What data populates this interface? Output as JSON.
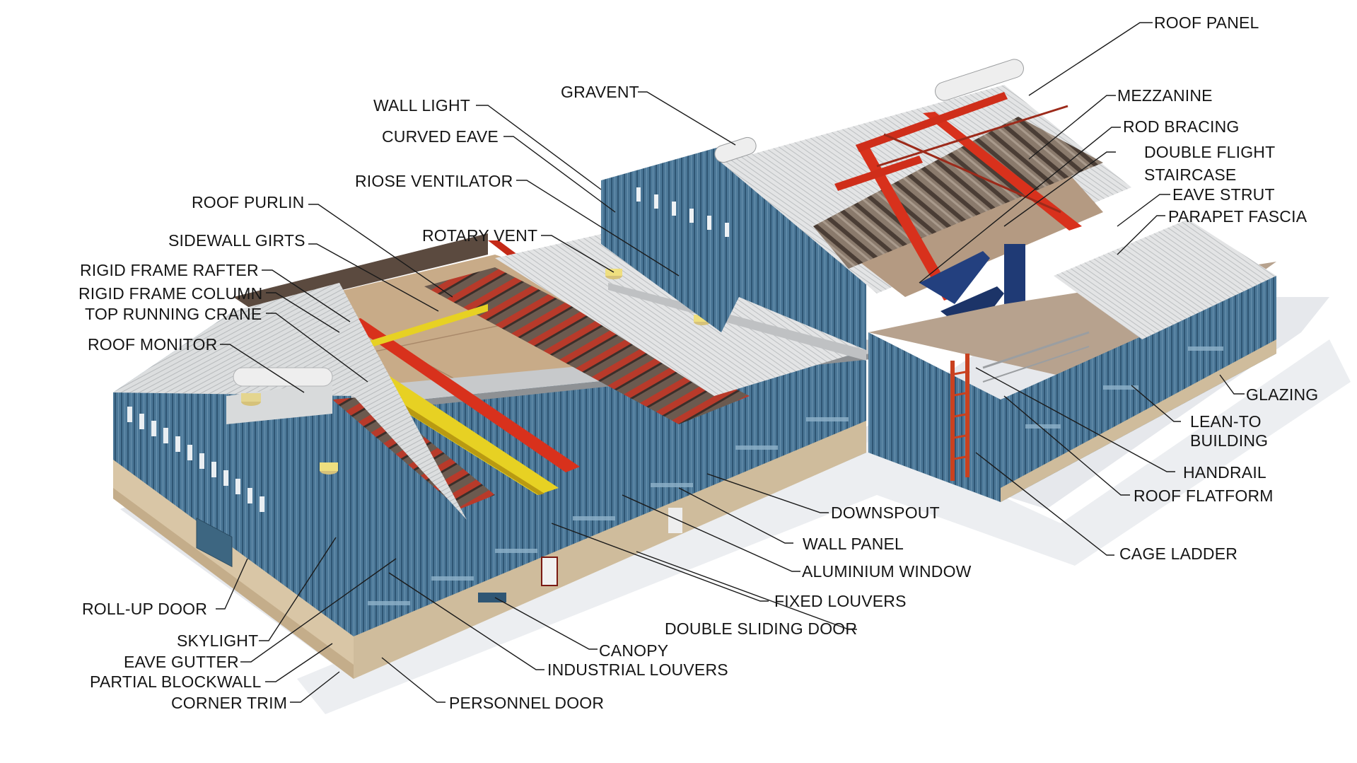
{
  "labels": {
    "roof_panel": "ROOF PANEL",
    "gravent": "GRAVENT",
    "mezzanine": "MEZZANINE",
    "wall_light": "WALL LIGHT",
    "rod_bracing": "ROD BRACING",
    "curved_eave": "CURVED EAVE",
    "double_flight": "DOUBLE FLIGHT",
    "staircase": "STAIRCASE",
    "riose_ventilator": "RIOSE VENTILATOR",
    "eave_strut": "EAVE STRUT",
    "roof_purlin": "ROOF PURLIN",
    "parapet_fascia": "PARAPET FASCIA",
    "rotary_vent": "ROTARY VENT",
    "sidewall_girts": "SIDEWALL GIRTS",
    "rigid_frame_rafter": "RIGID FRAME RAFTER",
    "rigid_frame_column": "RIGID FRAME COLUMN",
    "top_running_crane": "TOP RUNNING CRANE",
    "roof_monitor": "ROOF MONITOR",
    "glazing": "GLAZING",
    "lean_to": "LEAN-TO",
    "building": "BUILDING",
    "handrail": "HANDRAIL",
    "roof_flatform": "ROOF FLATFORM",
    "downspout": "DOWNSPOUT",
    "wall_panel": "WALL PANEL",
    "cage_ladder": "CAGE LADDER",
    "aluminium_window": "ALUMINIUM WINDOW",
    "fixed_louvers": "FIXED LOUVERS",
    "roll_up_door": "ROLL-UP DOOR",
    "double_sliding_door": "DOUBLE SLIDING DOOR",
    "skylight": "SKYLIGHT",
    "canopy": "CANOPY",
    "eave_gutter": "EAVE GUTTER",
    "industrial_louvers": "INDUSTRIAL LOUVERS",
    "partial_blockwall": "PARTIAL BLOCKWALL",
    "corner_trim": "CORNER TRIM",
    "personnel_door": "PERSONNEL DOOR"
  },
  "colors": {
    "wall_blue": "#3f6c8c",
    "roof_grey": "#d6d8d8",
    "steel_red": "#d8311c",
    "crane_yellow": "#e6cf1f",
    "floor_tan": "#c9ad8c",
    "stair_navy": "#1f3a75",
    "shadow": "#dfe1e5"
  }
}
